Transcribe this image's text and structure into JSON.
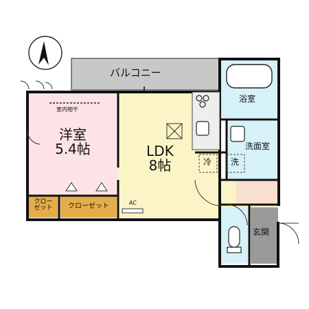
{
  "rooms": {
    "balcony": "バルコニー",
    "western_room": "洋室\n5.4帖",
    "drying_rack": "室内物干",
    "ldk": "LDK\n8帖",
    "bath": "浴室",
    "washroom": "洗面室",
    "entrance": "玄関"
  },
  "fixtures": {
    "fridge": "冷",
    "washer": "洗",
    "ac": "AC"
  },
  "closets": {
    "small": "クロー\nゼット",
    "large": "クローゼット"
  },
  "colors": {
    "western_room_fill": "#fde3e6",
    "ldk_fill": "#fbf4c6",
    "wet_area_fill": "#d6f1f8",
    "hallway_fill": "#f8dfcf",
    "closet_fill": "#e5ad4a",
    "balcony_fill": "#c8c8c8",
    "entrance_fill": "#9a9a9a",
    "wall": "#111111"
  },
  "compass": {
    "icon": "north-arrow-icon"
  }
}
